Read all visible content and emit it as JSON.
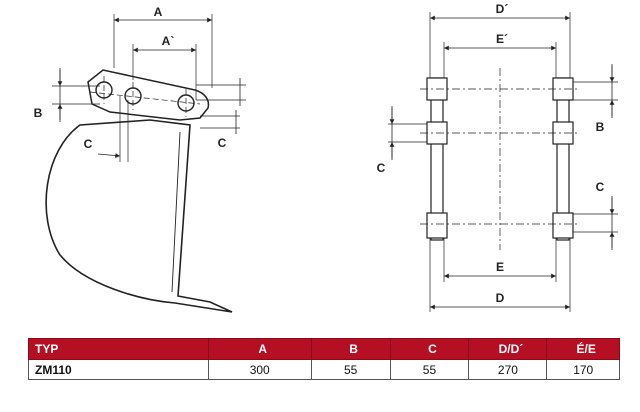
{
  "side_view": {
    "dims": {
      "a": "A",
      "a_prime": "A`",
      "b": "B",
      "c_left": "C",
      "c_right": "C"
    }
  },
  "top_view": {
    "dims": {
      "d_prime": "D´",
      "e_prime": "E´",
      "b": "B",
      "c_left": "C",
      "c_right": "C",
      "e": "E",
      "d": "D"
    }
  },
  "specs": {
    "headers": [
      "TYP",
      "A",
      "B",
      "C",
      "D/D´",
      "É/E"
    ],
    "rows": [
      [
        "ZM110",
        "300",
        "55",
        "55",
        "270",
        "170"
      ]
    ]
  },
  "colors": {
    "table_header": "#b50f24"
  }
}
